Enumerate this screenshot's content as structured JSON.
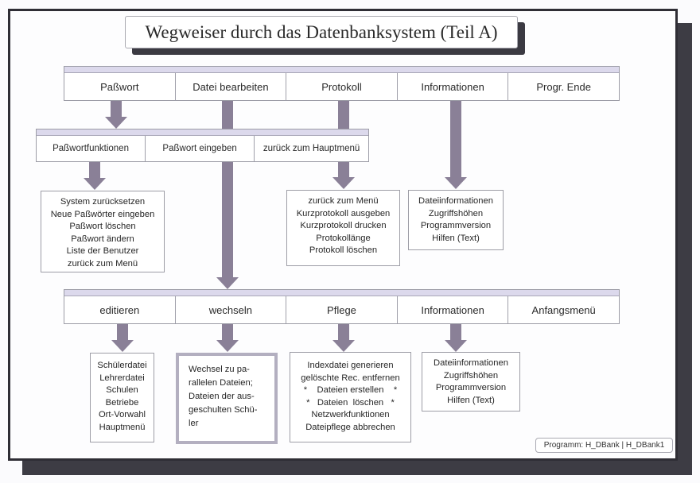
{
  "title": "Wegweiser durch das Datenbanksystem (Teil A)",
  "colors": {
    "arrow": "#8a8097",
    "frame": "#2f2e35",
    "strip": "#dcd9ec"
  },
  "main_menu": {
    "items": [
      {
        "label": "Paßwort"
      },
      {
        "label": "Datei bearbeiten"
      },
      {
        "label": "Protokoll"
      },
      {
        "label": "Informationen"
      },
      {
        "label": "Progr. Ende"
      }
    ]
  },
  "password_menu": {
    "items": [
      {
        "label": "Paßwortfunktionen"
      },
      {
        "label": "Paßwort eingeben"
      },
      {
        "label": "zurück zum Hauptmenü"
      }
    ]
  },
  "password_functions": {
    "lines": [
      "System zurücksetzen",
      "Neue Paßwörter eingeben",
      "Paßwort löschen",
      "Paßwort ändern",
      "Liste der Benutzer",
      "zurück zum Menü"
    ]
  },
  "protocol_functions": {
    "lines": [
      "zurück zum Menü",
      "Kurzprotokoll ausgeben",
      "Kurzprotokoll drucken",
      "Protokollänge",
      "Protokoll löschen"
    ]
  },
  "info_functions": {
    "lines": [
      "Dateiinformationen",
      "Zugriffshöhen",
      "Programmversion",
      "Hilfen (Text)"
    ]
  },
  "file_menu": {
    "items": [
      {
        "label": "editieren"
      },
      {
        "label": "wechseln"
      },
      {
        "label": "Pflege"
      },
      {
        "label": "Informationen"
      },
      {
        "label": "Anfangsmenü"
      }
    ]
  },
  "edit_functions": {
    "lines": [
      "Schülerdatei",
      "Lehrerdatei",
      "Schulen",
      "Betriebe",
      "Ort-Vorwahl",
      "Hauptmenü"
    ]
  },
  "switch_description": {
    "lines": [
      "Wechsel zu pa-",
      "rallelen Dateien;",
      "Dateien der aus-",
      "geschulten Schü-",
      "ler"
    ]
  },
  "maintenance_functions": {
    "lines": [
      "Indexdatei generieren",
      "gelöschte Rec. entfernen",
      "*    Dateien erstellen    *",
      "*   Dateien  löschen   *",
      "Netzwerkfunktionen",
      "Dateipflege abbrechen"
    ]
  },
  "file_info_functions": {
    "lines": [
      "Dateiinformationen",
      "Zugriffshöhen",
      "Programmversion",
      "Hilfen (Text)"
    ]
  },
  "footer": {
    "label": "Programm: H_DBank  |  H_DBank1"
  }
}
